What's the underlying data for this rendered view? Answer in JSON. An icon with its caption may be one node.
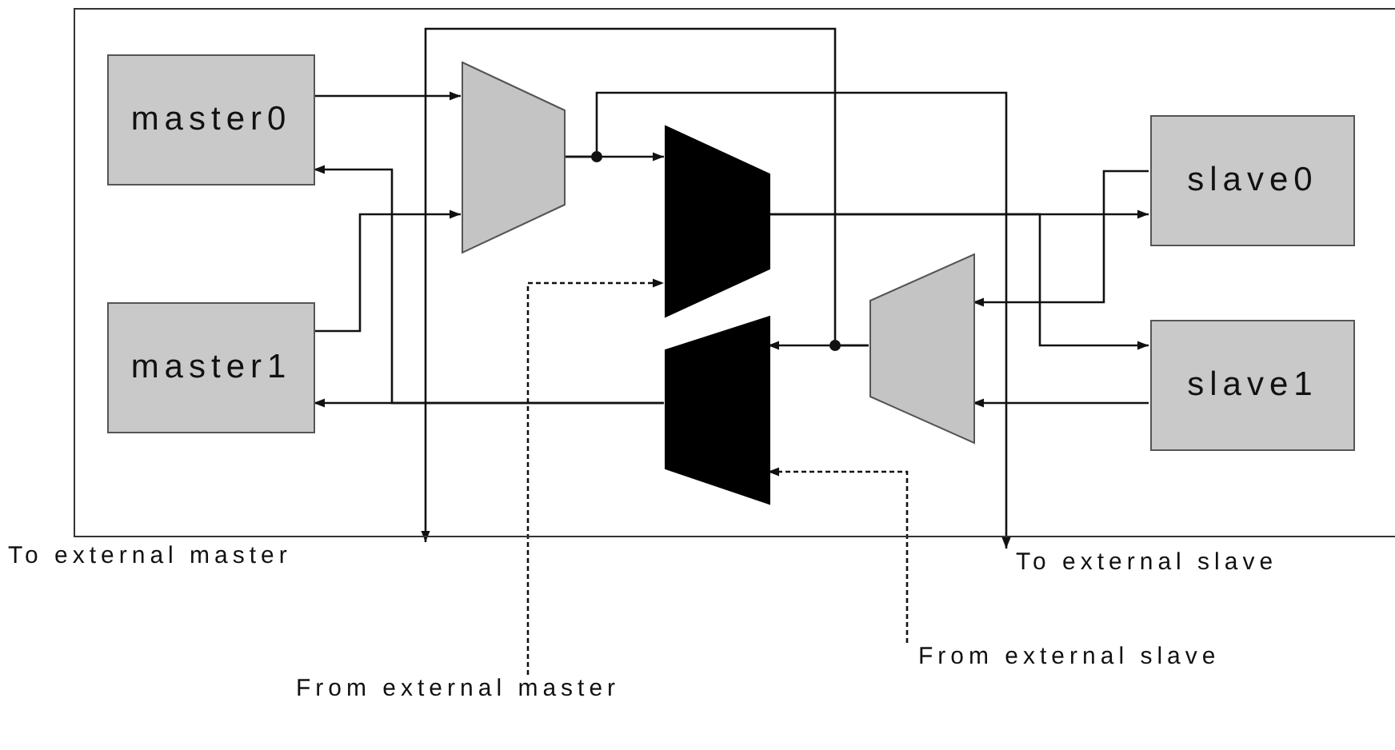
{
  "diagram": {
    "nodes": [
      {
        "text": [],
        "shape": "box"
      },
      {
        "text": [
          "master0"
        ],
        "in": 0
      },
      {
        "text": [
          "master1"
        ],
        "in": 0
      },
      {
        "text": [],
        "shape": "trapezoid",
        "in": 0
      },
      {
        "text": [],
        "shape": "trapezoid",
        "in": 0
      },
      {
        "text": [],
        "shape": "trapezoid",
        "in": 0
      },
      {
        "text": [],
        "shape": "trapezoid",
        "in": 0
      },
      {
        "text": [
          "slave0"
        ],
        "in": 0
      },
      {
        "text": [
          "slave1"
        ],
        "in": 0
      },
      {
        "text": [
          "To external master"
        ]
      },
      {
        "text": [
          "To external slave"
        ]
      },
      {
        "text": [
          "From external slave"
        ]
      },
      {
        "text": [
          "From external master"
        ]
      }
    ],
    "edges": [
      {
        "from": 1,
        "to": 3,
        "arrow": "to"
      },
      {
        "from": 2,
        "to": 3,
        "arrow": "to"
      },
      {
        "from": 3,
        "to": 4,
        "arrow": "to"
      },
      {
        "from": 3,
        "to": 10,
        "arrow": "to"
      },
      {
        "from": 4,
        "to": 7,
        "arrow": "to"
      },
      {
        "from": 4,
        "to": 8,
        "arrow": "to"
      },
      {
        "from": 7,
        "to": 6,
        "arrow": "to"
      },
      {
        "from": 8,
        "to": 6,
        "arrow": "to"
      },
      {
        "from": 6,
        "to": 5,
        "arrow": "to"
      },
      {
        "from": 6,
        "to": 9,
        "arrow": "to"
      },
      {
        "from": 5,
        "to": 1,
        "arrow": "to"
      },
      {
        "from": 5,
        "to": 2,
        "arrow": "to"
      },
      {
        "from": 12,
        "to": 4,
        "arrow": "to",
        "style": "dashed"
      },
      {
        "from": 11,
        "to": 5,
        "arrow": "to",
        "style": "dashed"
      }
    ]
  }
}
